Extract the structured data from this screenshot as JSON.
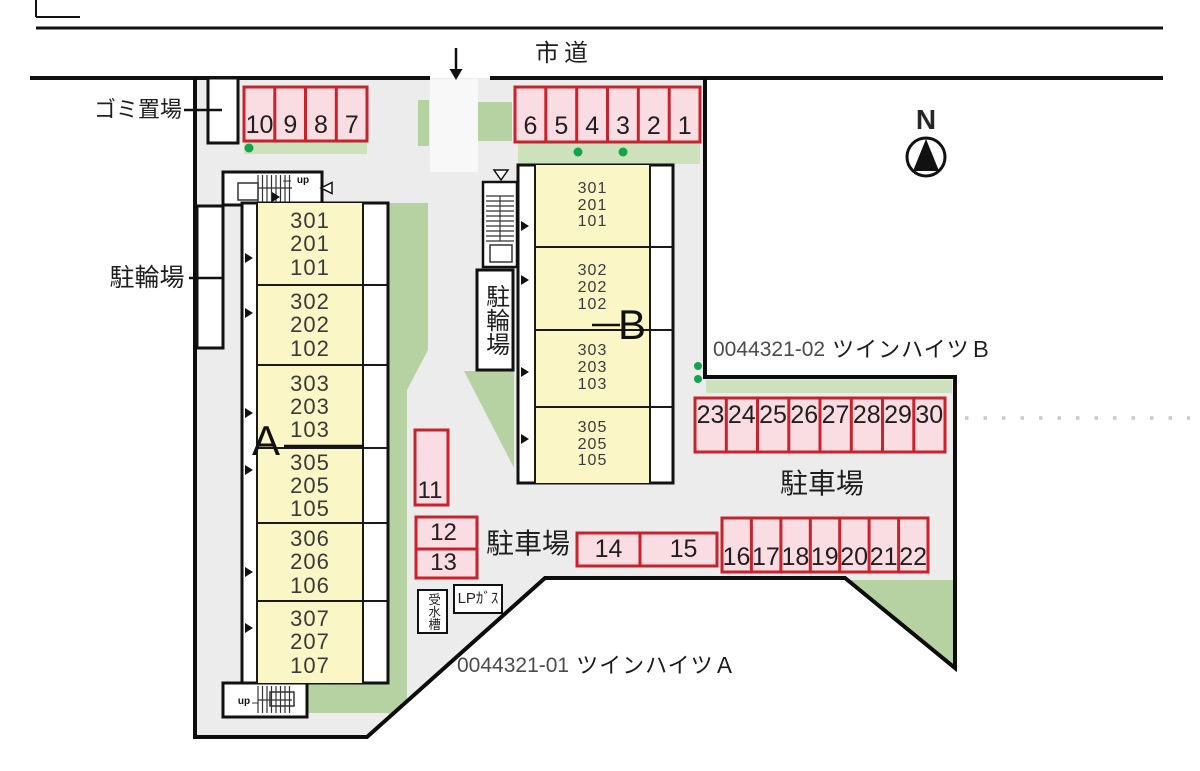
{
  "site": {
    "road_label": "市道",
    "north_label": "N",
    "garbage_label": "ゴミ置場",
    "bicycle_label_a": "駐輪場",
    "bicycle_label_b": "駐輪場",
    "water_tank_label": "受水槽",
    "lp_gas_label": "LPｶﾞｽ",
    "parking_label_left": "駐車場",
    "parking_label_right": "駐車場",
    "stairs_up_label": "up",
    "property_a": {
      "code": "0044321-01",
      "name": "ツインハイツＡ"
    },
    "property_b": {
      "code": "0044321-02",
      "name": "ツインハイツＢ"
    }
  },
  "buildings": {
    "a": {
      "letter": "A",
      "cells": [
        "301\n201\n101",
        "302\n202\n102",
        "303\n203\n103",
        "305\n205\n105",
        "306\n206\n106",
        "307\n207\n107"
      ]
    },
    "b": {
      "letter": "B",
      "cells": [
        "301\n201\n101",
        "302\n202\n102",
        "303\n203\n103",
        "305\n205\n105"
      ]
    }
  },
  "parking": {
    "rows": {
      "top_left": [
        "10",
        "9",
        "8",
        "7"
      ],
      "top_mid": [
        "6",
        "5",
        "4",
        "3",
        "2",
        "1"
      ],
      "right": [
        "23",
        "24",
        "25",
        "26",
        "27",
        "28",
        "29",
        "30"
      ],
      "bottom": [
        "16",
        "17",
        "18",
        "19",
        "20",
        "21",
        "22"
      ]
    },
    "stall_11": "11",
    "stall_12": "12",
    "stall_13": "13",
    "stall_14": "14",
    "stall_15": "15"
  },
  "colors": {
    "pavement": "#ececec",
    "stall_fill": "#fadce3",
    "stall_border": "#c8232c",
    "room_fill": "#fbf6c6",
    "green_band": "#b7d2a2",
    "green_strip": "#cde2bc",
    "planting_dot": "#14a24c",
    "boundary": "#0d0d0d"
  }
}
